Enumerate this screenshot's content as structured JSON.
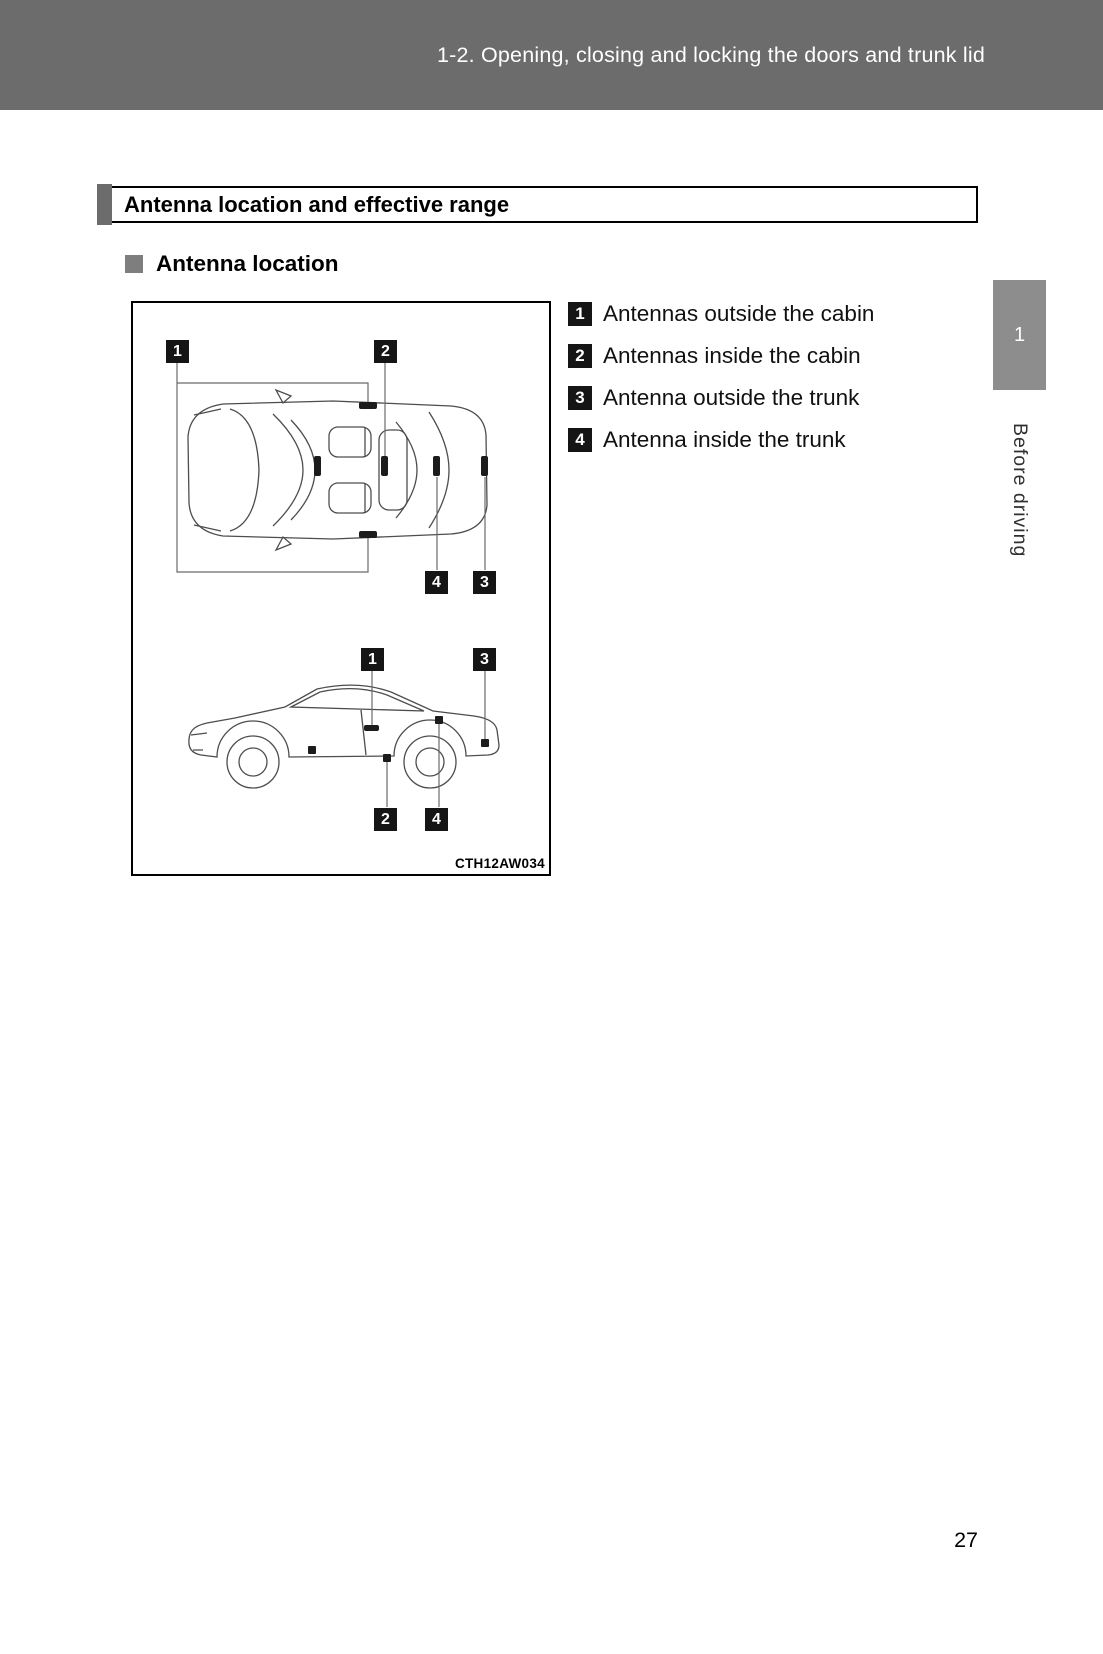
{
  "colors": {
    "header_bg": "#6c6c6c",
    "chapter_tab_bg": "#8d8d8d",
    "marker_bg": "#151515",
    "bullet_gray": "#7e7e7e"
  },
  "header": {
    "title": "1-2. Opening, closing and locking the doors and trunk lid"
  },
  "section": {
    "title": "Antenna location and effective range"
  },
  "subsection": {
    "title": "Antenna location"
  },
  "legend": {
    "items": [
      {
        "num": "1",
        "label": "Antennas outside the cabin"
      },
      {
        "num": "2",
        "label": "Antennas inside the cabin"
      },
      {
        "num": "3",
        "label": "Antenna outside the trunk"
      },
      {
        "num": "4",
        "label": "Antenna inside the trunk"
      }
    ]
  },
  "figure": {
    "code": "CTH12AW034",
    "markers": {
      "m1": "1",
      "m2": "2",
      "m3": "3",
      "m4": "4"
    }
  },
  "side_tab": {
    "chapter": "1",
    "label": "Before driving"
  },
  "footer": {
    "page_number": "27"
  }
}
